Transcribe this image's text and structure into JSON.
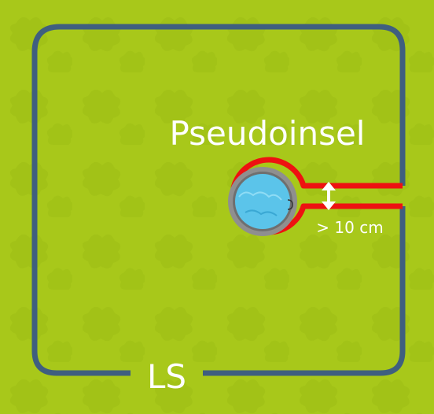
{
  "diagram": {
    "island_label": "Pseudoinsel",
    "distance_label": "> 10 cm",
    "loop_label": "LS"
  },
  "colors": {
    "lawn": "#a8c81a",
    "lawn_pattern": "#9cbd14",
    "boundary_wire": "#3f5f7f",
    "island_wire": "#ee1111",
    "pool_rim": "#8f8f8f",
    "pool_water": "#5bc4ea",
    "arrow": "#ffffff",
    "text": "#ffffff"
  },
  "icons": {
    "pool": "pool-icon",
    "arrow": "double-arrow-icon"
  }
}
